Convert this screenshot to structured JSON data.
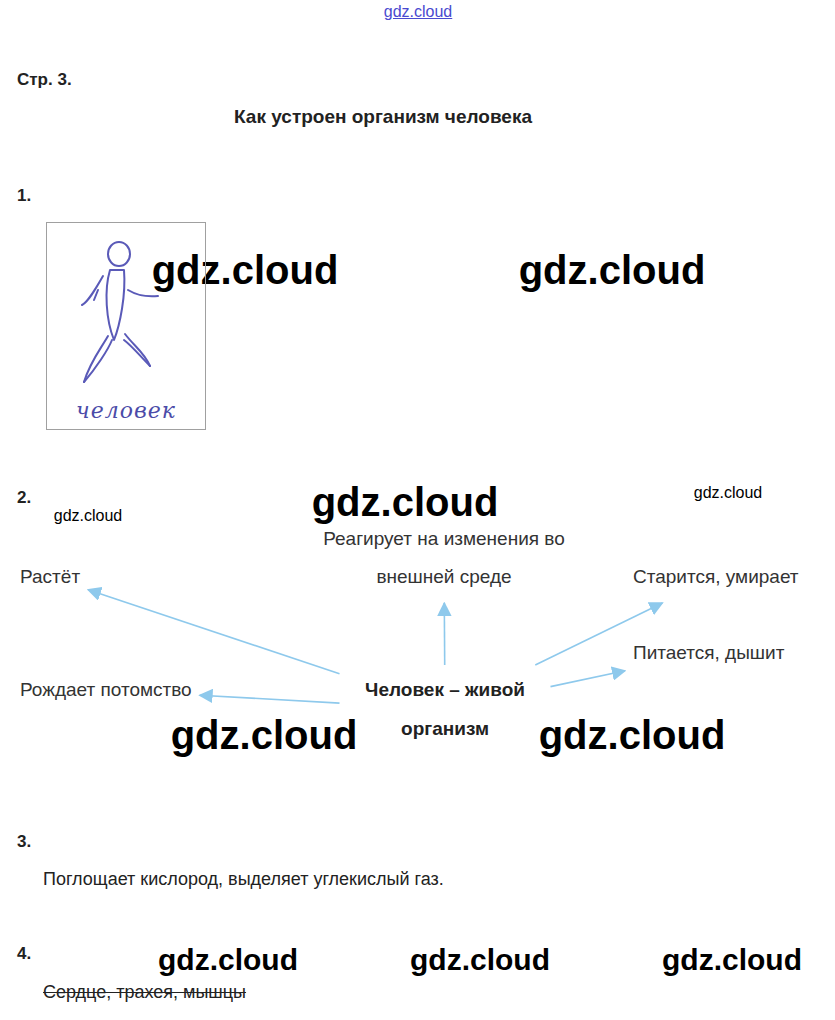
{
  "diagram": {
    "title": "Как устроен организм человека",
    "nodes": [
      {
        "text": [
          "человек"
        ]
      },
      {
        "text": [
          "Реагирует на изменения во внешней среде"
        ]
      },
      {
        "text": [
          "Растёт"
        ]
      },
      {
        "text": [
          "Старится, умирает"
        ]
      },
      {
        "text": [
          "Питается, дышит"
        ]
      },
      {
        "text": [
          "Рождает потомство"
        ]
      },
      {
        "text": [
          "Человек – живой организм"
        ]
      }
    ],
    "edges": [
      {
        "from": 6,
        "to": 1,
        "arrow": "to"
      },
      {
        "from": 6,
        "to": 2,
        "arrow": "to"
      },
      {
        "from": 6,
        "to": 3,
        "arrow": "to"
      },
      {
        "from": 6,
        "to": 4,
        "arrow": "to"
      },
      {
        "from": 6,
        "to": 5,
        "arrow": "to"
      }
    ],
    "labels": [
      "Стр. 3.",
      "1.",
      "2.",
      "3.",
      "Поглощает кислород, выделяет углекислый газ.",
      "4.",
      "Сердце, трахея, мышцы",
      "gdz.cloud",
      "gdz.cloud",
      "gdz.cloud",
      "gdz.cloud",
      "gdz.cloud",
      "gdz.cloud",
      "gdz.cloud",
      "gdz.cloud",
      "gdz.cloud",
      "gdz.cloud",
      "gdz.cloud"
    ]
  }
}
